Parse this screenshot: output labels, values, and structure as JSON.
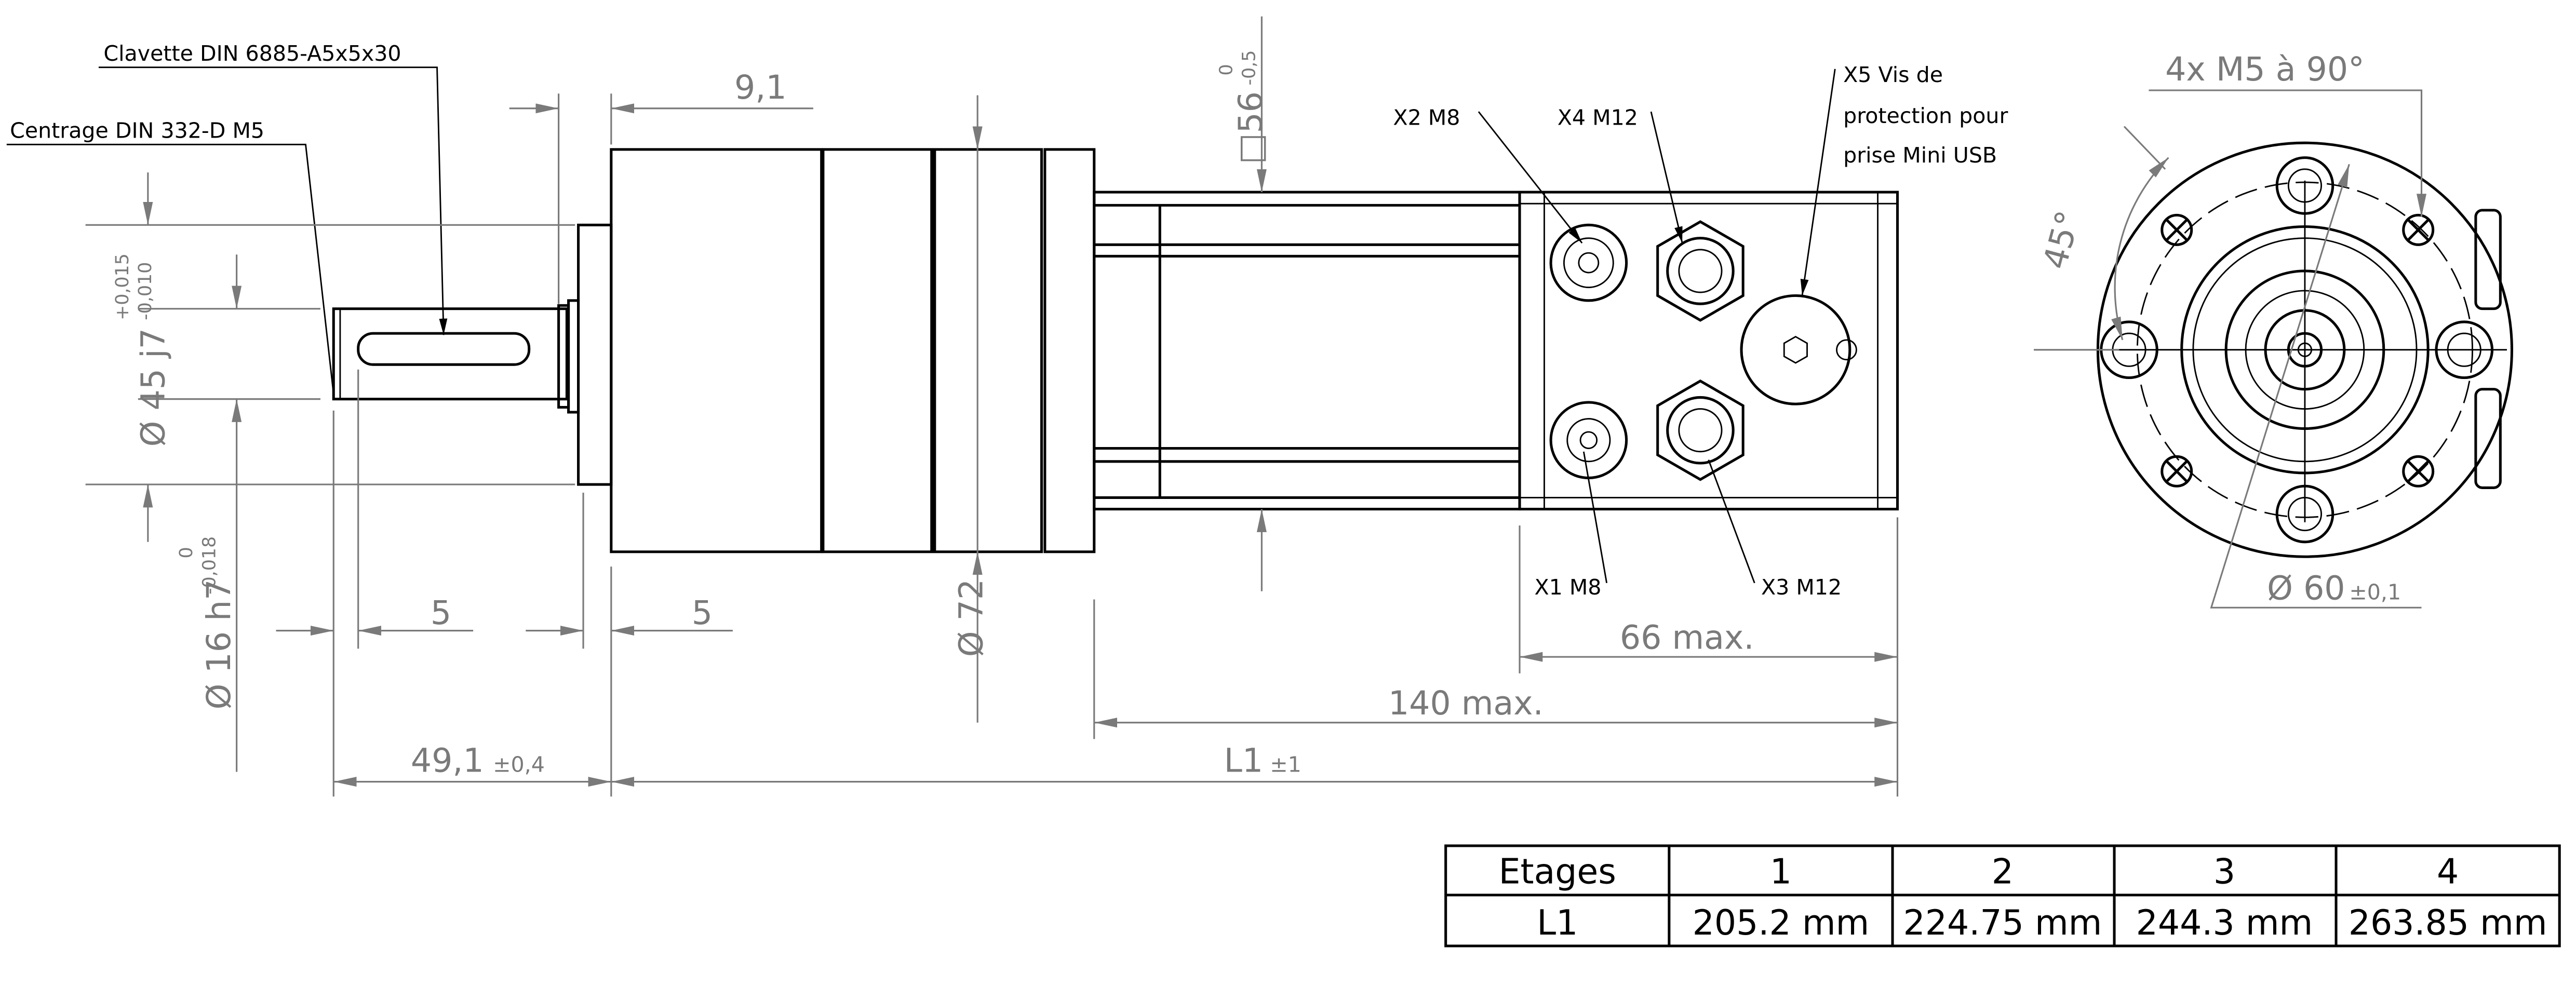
{
  "callouts": {
    "clavette": "Clavette DIN 6885-A5x5x30",
    "centrage": "Centrage DIN 332-D M5",
    "x2": "X2 M8",
    "x4": "X4 M12",
    "x5_line1": "X5 Vis de",
    "x5_line2": "protection pour",
    "x5_line3": "prise Mini USB",
    "x1": "X1 M8",
    "x3": "X3 M12"
  },
  "dimensions": {
    "d91": "9,1",
    "d56": "□56",
    "d56_tol_up": "0",
    "d56_tol_low": "-0,5",
    "d45": "Ø 45 j7",
    "d45_tol_up": "+0,015",
    "d45_tol_low": "-0,010",
    "d16": "Ø 16 h7",
    "d16_tol_up": "0",
    "d16_tol_low": "-0,018",
    "d72": "Ø 72",
    "five_a": "5",
    "five_b": "5",
    "d491": "49,1",
    "d491_tol": "±0,4",
    "l1": "L1",
    "l1_tol": "±1",
    "max140": "140 max.",
    "max66": "66 max.",
    "holes": "4x M5 à 90°",
    "angle": "45°",
    "d60": "Ø 60",
    "d60_tol": "±0,1"
  },
  "table": {
    "header": [
      "Etages",
      "1",
      "2",
      "3",
      "4"
    ],
    "row": [
      "L1",
      "205.2 mm",
      "224.75 mm",
      "244.3 mm",
      "263.85 mm"
    ]
  }
}
